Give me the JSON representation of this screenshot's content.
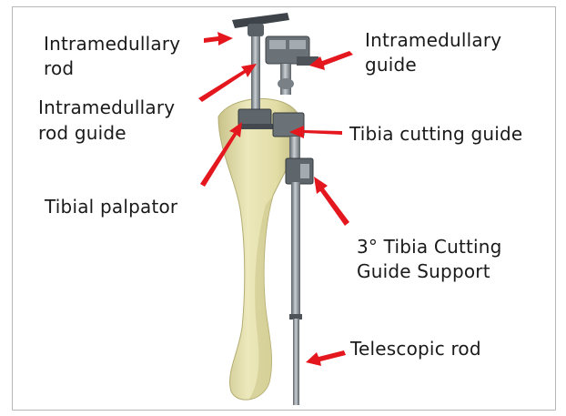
{
  "colors": {
    "arrow": "#e3171d",
    "bone": "#e7e3b2",
    "bone_shade": "#c9c38a",
    "metal": "#8e969c",
    "metal_dark": "#4a5056",
    "frame_border": "#b8b8b8"
  },
  "labels": {
    "intramedullary_rod": [
      "Intramedullary",
      "rod"
    ],
    "intramedullary_guide": [
      "Intramedullary",
      "guide"
    ],
    "intramedullary_rod_guide": [
      "Intramedullary",
      "rod guide"
    ],
    "tibia_cutting_guide": "Tibia cutting guide",
    "tibial_palpator": "Tibial palpator",
    "support": [
      "3° Tibia Cutting",
      "Guide Support"
    ],
    "telescopic_rod": "Telescopic rod"
  }
}
